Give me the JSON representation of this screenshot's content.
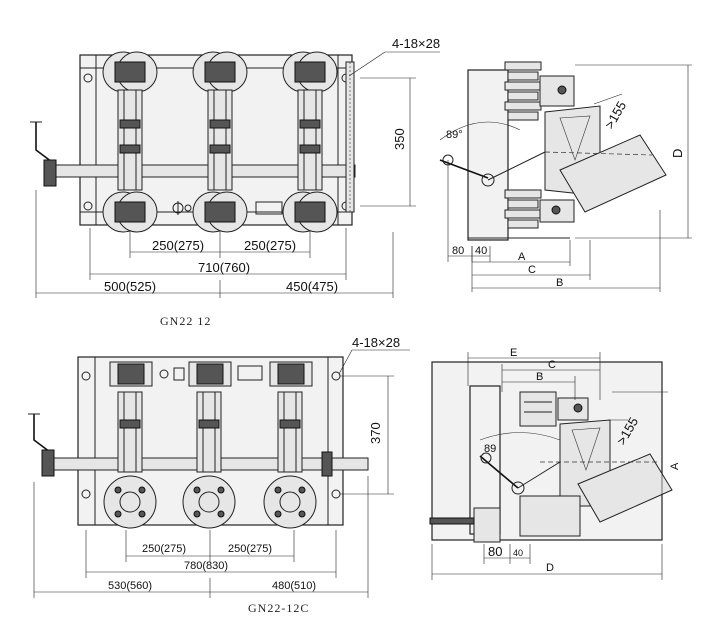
{
  "top": {
    "holes": "4-18×28",
    "height_350": "350",
    "dim_250a": "250(275)",
    "dim_250b": "250(275)",
    "dim_710": "710(760)",
    "dim_500": "500(525)",
    "dim_450": "450(475)",
    "caption": "GN22  12",
    "side": {
      "angle": "89°",
      "dist": ">155",
      "D": "D",
      "d80": "80",
      "d40": "40",
      "A": "A",
      "C": "C",
      "B": "B"
    }
  },
  "bottom": {
    "holes": "4-18×28",
    "height_370": "370",
    "dim_250a": "250(275)",
    "dim_250b": "250(275)",
    "dim_780": "780(830)",
    "dim_530": "530(560)",
    "dim_480": "480(510)",
    "caption": "GN22-12C",
    "side": {
      "E": "E",
      "C": "C",
      "B": "B",
      "angle": "89",
      "dist": ">155",
      "A": "A",
      "d80": "80",
      "d40": "40",
      "D": "D"
    }
  }
}
